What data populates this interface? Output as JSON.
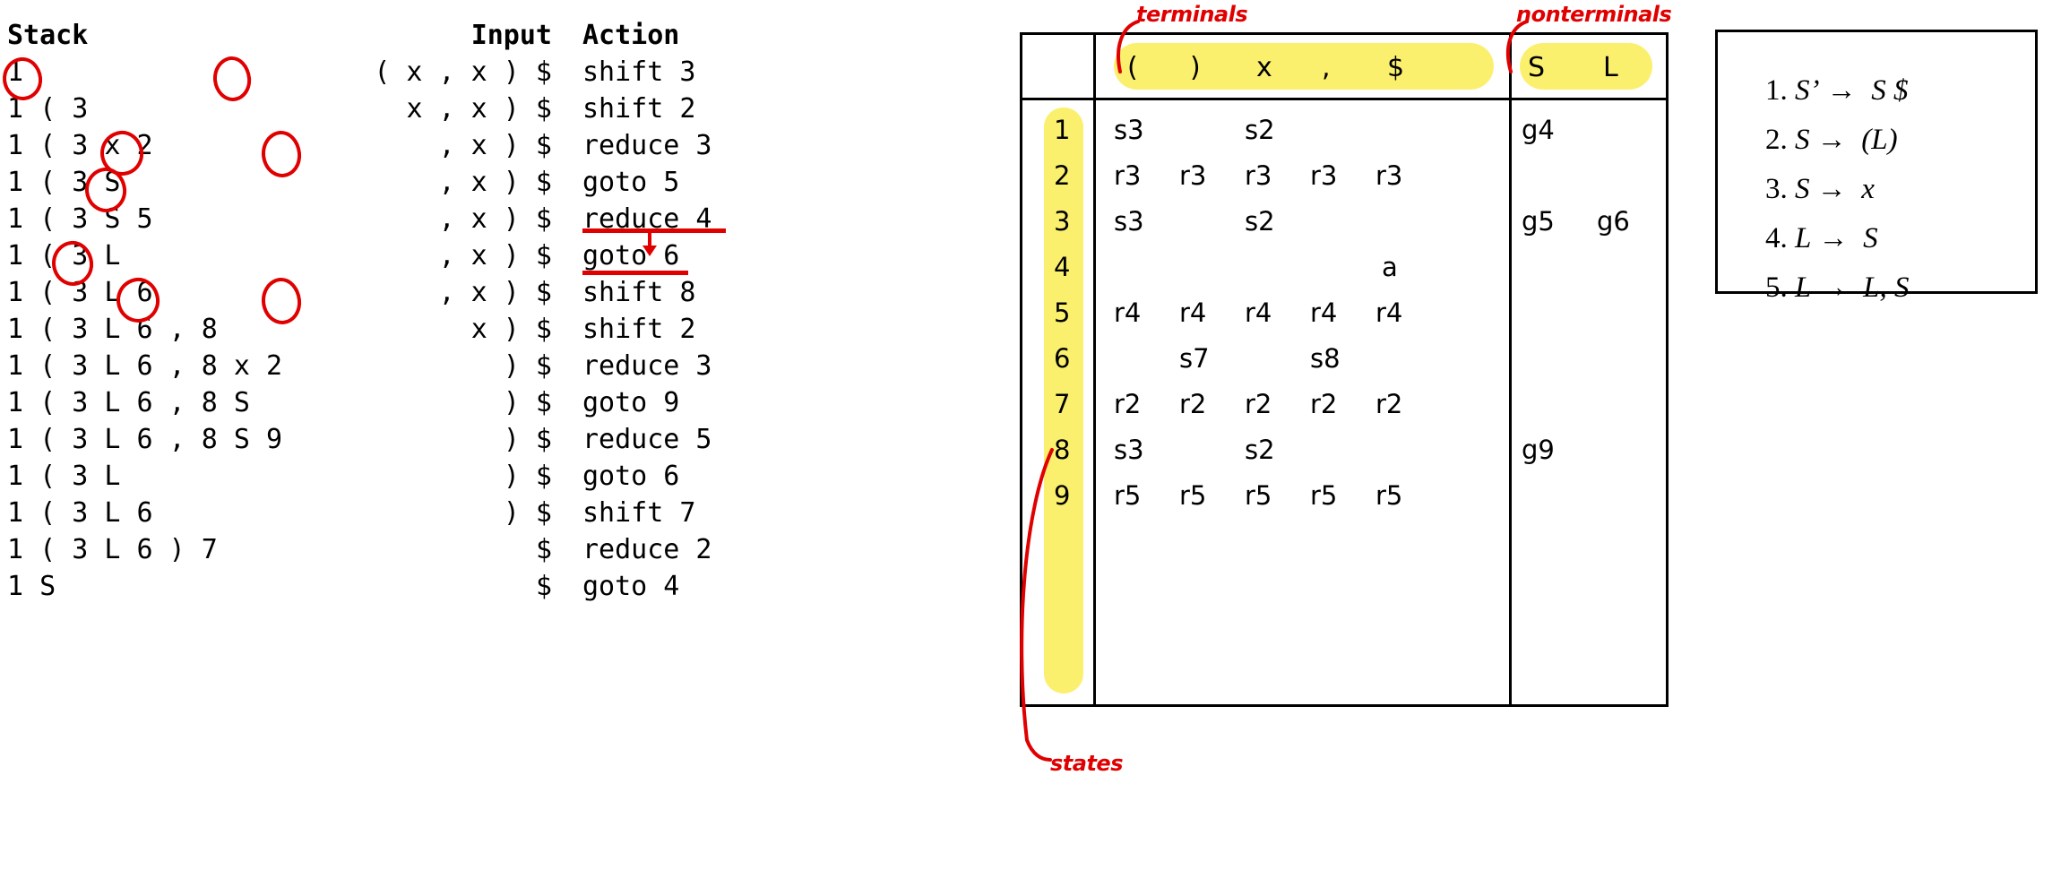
{
  "trace": {
    "headers": {
      "stack": "Stack",
      "input": "Input",
      "action": "Action"
    },
    "rows": [
      {
        "stack": "1",
        "input": "( x , x ) $",
        "action": "shift 3"
      },
      {
        "stack": "1 ( 3",
        "input": "x , x ) $",
        "action": "shift 2"
      },
      {
        "stack": "1 ( 3 x 2",
        "input": ", x ) $",
        "action": "reduce 3"
      },
      {
        "stack": "1 ( 3 S",
        "input": ", x ) $",
        "action": "goto 5"
      },
      {
        "stack": "1 ( 3 S 5",
        "input": ", x ) $",
        "action": "reduce 4"
      },
      {
        "stack": "1 ( 3 L",
        "input": ", x ) $",
        "action": "goto 6"
      },
      {
        "stack": "1 ( 3 L 6",
        "input": ", x ) $",
        "action": "shift 8"
      },
      {
        "stack": "1 ( 3 L 6 , 8",
        "input": "x ) $",
        "action": "shift 2"
      },
      {
        "stack": "1 ( 3 L 6 , 8 x 2",
        "input": ") $",
        "action": "reduce 3"
      },
      {
        "stack": "1 ( 3 L 6 , 8 S",
        "input": ") $",
        "action": "goto 9"
      },
      {
        "stack": "1 ( 3 L 6 , 8 S 9",
        "input": ") $",
        "action": "reduce 5"
      },
      {
        "stack": "1 ( 3 L",
        "input": ") $",
        "action": "goto 6"
      },
      {
        "stack": "1 ( 3 L 6",
        "input": ") $",
        "action": "shift 7"
      },
      {
        "stack": "1 ( 3 L 6 ) 7",
        "input": "$",
        "action": "reduce 2"
      },
      {
        "stack": "1 S",
        "input": "$",
        "action": "goto 4"
      }
    ],
    "annotation_color": "#e00000"
  },
  "parse_table": {
    "corner_label": "",
    "terminals": [
      "(",
      ")",
      "x",
      ",",
      "$"
    ],
    "nonterminals": [
      "S",
      "L"
    ],
    "states": [
      "1",
      "2",
      "3",
      "4",
      "5",
      "6",
      "7",
      "8",
      "9"
    ],
    "action_rows": [
      [
        "s3",
        "",
        "s2",
        "",
        ""
      ],
      [
        "r3",
        "r3",
        "r3",
        "r3",
        "r3"
      ],
      [
        "s3",
        "",
        "s2",
        "",
        ""
      ],
      [
        "",
        "",
        "",
        "",
        "a"
      ],
      [
        "r4",
        "r4",
        "r4",
        "r4",
        "r4"
      ],
      [
        "",
        "s7",
        "",
        "s8",
        ""
      ],
      [
        "r2",
        "r2",
        "r2",
        "r2",
        "r2"
      ],
      [
        "s3",
        "",
        "s2",
        "",
        ""
      ],
      [
        "r5",
        "r5",
        "r5",
        "r5",
        "r5"
      ]
    ],
    "goto_rows": [
      [
        "g4",
        ""
      ],
      [
        "",
        ""
      ],
      [
        "g5",
        "g6"
      ],
      [
        "",
        ""
      ],
      [
        "",
        ""
      ],
      [
        "",
        ""
      ],
      [
        "",
        ""
      ],
      [
        "g9",
        ""
      ],
      [
        "",
        ""
      ]
    ],
    "highlight_color": "#fbf06e",
    "annotations": {
      "terminals": "terminals",
      "nonterminals": "nonterminals",
      "states": "states"
    }
  },
  "grammar": {
    "rules": [
      {
        "num": "1.",
        "lhs": "S’",
        "arrow": "→",
        "rhs": "S $"
      },
      {
        "num": "2.",
        "lhs": "S",
        "arrow": "→",
        "rhs": "(L)"
      },
      {
        "num": "3.",
        "lhs": "S",
        "arrow": "→",
        "rhs": "x"
      },
      {
        "num": "4.",
        "lhs": "L",
        "arrow": "→",
        "rhs": "S"
      },
      {
        "num": "5.",
        "lhs": "L",
        "arrow": "→",
        "rhs": "L, S"
      }
    ]
  }
}
